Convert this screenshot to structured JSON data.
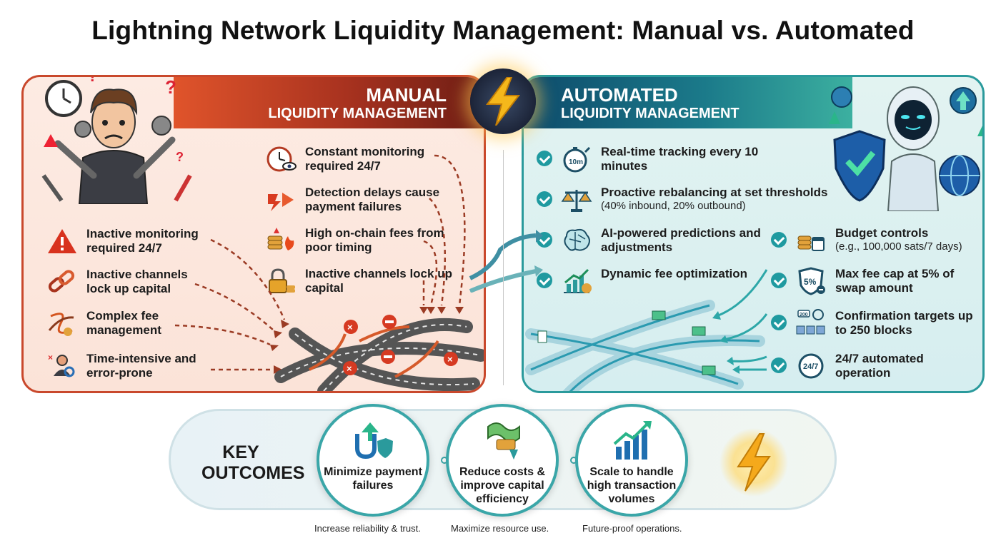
{
  "title": "Lightning Network Liquidity Management: Manual vs. Automated",
  "manual": {
    "heading1": "MANUAL",
    "heading2": "LIQUIDITY MANAGEMENT",
    "right_items": [
      {
        "text": "Constant monitoring required 24/7",
        "icon": "clock-eye-icon"
      },
      {
        "text": "Detection delays cause payment failures",
        "icon": "broken-arrow-icon"
      },
      {
        "text": "High on-chain fees from poor timing",
        "icon": "coins-fire-icon"
      },
      {
        "text": "Inactive channels lock up capital",
        "icon": "padlock-coins-icon"
      }
    ],
    "left_items": [
      {
        "text": "Inactive monitoring required 24/7",
        "icon": "warning-icon"
      },
      {
        "text": "Inactive channels lock up capital",
        "icon": "chain-link-icon"
      },
      {
        "text": "Complex fee management",
        "icon": "tangle-icon"
      },
      {
        "text": "Time-intensive and error-prone",
        "icon": "person-search-icon"
      }
    ]
  },
  "automated": {
    "heading1": "AUTOMATED",
    "heading2": "LIQUIDITY MANAGEMENT",
    "left_items": [
      {
        "text": "Real-time tracking every 10 minutes",
        "sub": "",
        "icon": "stopwatch-icon"
      },
      {
        "text": "Proactive rebalancing at set thresholds",
        "sub": "(40% inbound, 20% outbound)",
        "icon": "balance-scale-icon"
      },
      {
        "text": "AI-powered predictions and adjustments",
        "sub": "",
        "icon": "brain-icon"
      },
      {
        "text": "Dynamic fee optimization",
        "sub": "",
        "icon": "growth-chart-icon"
      }
    ],
    "right_items": [
      {
        "text": "Budget controls",
        "sub": "(e.g., 100,000 sats/7 days)",
        "icon": "coins-calendar-icon"
      },
      {
        "text": "Max fee cap at 5% of swap amount",
        "sub": "",
        "icon": "percent-shield-icon"
      },
      {
        "text": "Confirmation targets up to 250 blocks",
        "sub": "",
        "icon": "blocks-icon"
      },
      {
        "text": "24/7 automated operation",
        "sub": "",
        "icon": "clock-24-icon"
      }
    ],
    "clock_label": "24/7",
    "stopwatch_label": "10m",
    "blocks_label": "200",
    "percent_label": "5%"
  },
  "outcomes": {
    "label": "KEY OUTCOMES",
    "items": [
      {
        "text": "Minimize payment failures",
        "caption": "Increase reliability & trust."
      },
      {
        "text": "Reduce costs & improve capital efficiency",
        "caption": "Maximize resource use."
      },
      {
        "text": "Scale to handle high transaction volumes",
        "caption": "Future-proof operations."
      }
    ]
  },
  "colors": {
    "manual_accent": "#c9482c",
    "auto_accent": "#2a9a9c",
    "bolt": "#f5b81b"
  }
}
